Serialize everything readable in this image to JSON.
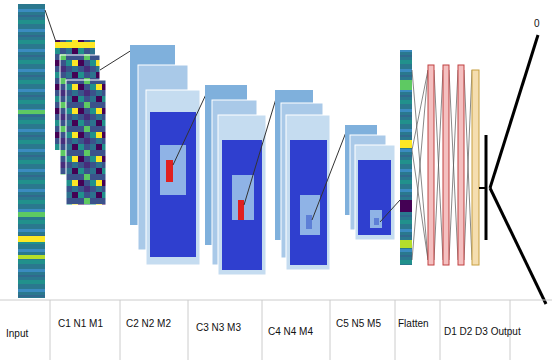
{
  "diagram": {
    "labels": [
      "Input",
      "C1 N1 M1",
      "C2 N2 M2",
      "C3 N3 M3",
      "C4 N4 M4",
      "C5 N5 M5",
      "Flatten",
      "D1 D2 D3 Output",
      "0"
    ]
  }
}
